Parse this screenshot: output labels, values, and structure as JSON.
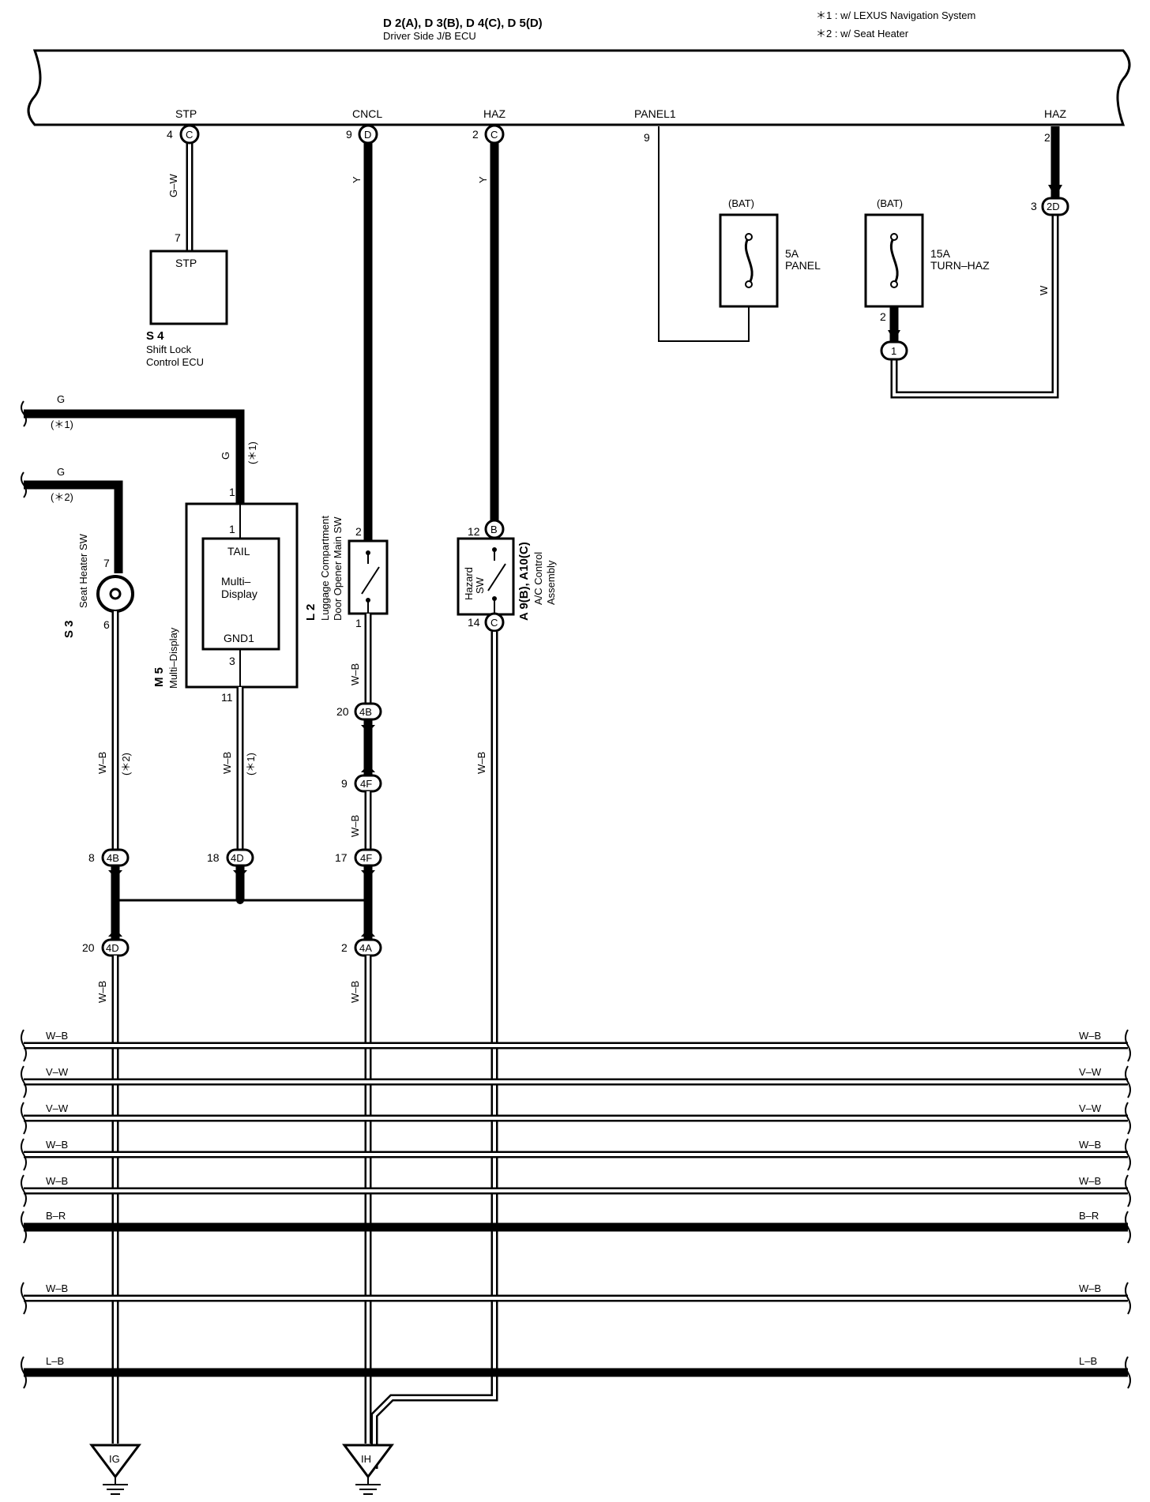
{
  "header": {
    "ecu_title": "D 2(A), D 3(B), D 4(C), D 5(D)",
    "ecu_subtitle": "Driver Side J/B ECU",
    "note1": "＊1 : w/ LEXUS Navigation System",
    "note2": "＊2 : w/ Seat Heater"
  },
  "ecu_terminals": {
    "stp": "STP",
    "cncl": "CNCL",
    "haz": "HAZ",
    "panel1": "PANEL1",
    "haz2": "HAZ"
  },
  "pins": {
    "stp_pin": "4",
    "stp_conn": "C",
    "cncl_pin": "9",
    "cncl_conn": "D",
    "haz_pin": "2",
    "haz_conn": "C",
    "panel1_pin": "9",
    "haz2_pin": "2"
  },
  "wires": {
    "gw": "G–W",
    "y1": "Y",
    "y2": "Y",
    "w": "W",
    "g1": "G",
    "g2": "G",
    "g3": "G",
    "star1a": "(＊1)",
    "star2a": "(＊2)",
    "star1b": "(＊1)",
    "wb_s3": "W–B",
    "star2b": "(＊2)",
    "wb_m5": "W–B",
    "star1c": "(＊1)",
    "wb_l2": "W–B",
    "wb_l2b": "W–B",
    "wb_a9": "W–B",
    "wb_g1": "W–B",
    "wb_g2": "W–B"
  },
  "components": {
    "s4": {
      "pin": "7",
      "inside": "STP",
      "id": "S 4",
      "name1": "Shift Lock",
      "name2": "Control ECU"
    },
    "fuse_panel": {
      "bat": "(BAT)",
      "amp": "5A",
      "name": "PANEL"
    },
    "fuse_turn": {
      "bat": "(BAT)",
      "amp": "15A",
      "name": "TURN–HAZ",
      "pin": "2",
      "conn": "1"
    },
    "conn_2d": {
      "pin": "3",
      "conn": "2D"
    },
    "s3": {
      "pin_top": "7",
      "pin_bot": "6",
      "id": "S 3",
      "name": "Seat Heater SW"
    },
    "m5": {
      "pin_out_top": "1",
      "pin_in_top": "1",
      "tail": "TAIL",
      "inner1": "Multi–",
      "inner2": "Display",
      "gnd": "GND1",
      "pin_in_bot": "3",
      "pin_out_bot": "11",
      "id": "M 5",
      "name": "Multi–Display"
    },
    "l2": {
      "pin_top": "2",
      "pin_bot": "1",
      "id": "L 2",
      "name1": "Luggage Compartment",
      "name2": "Door Opener Main SW"
    },
    "a9": {
      "pin_top": "12",
      "conn_top": "B",
      "pin_bot": "14",
      "conn_bot": "C",
      "inner1": "Hazard",
      "inner2": "SW",
      "id": "A 9(B), A10(C)",
      "name1": "A/C Control",
      "name2": "Assembly"
    }
  },
  "junctions": {
    "j4b_20": {
      "pin": "20",
      "conn": "4B"
    },
    "j4f_9": {
      "pin": "9",
      "conn": "4F"
    },
    "j4b_8": {
      "pin": "8",
      "conn": "4B"
    },
    "j4d_18": {
      "pin": "18",
      "conn": "4D"
    },
    "j4f_17": {
      "pin": "17",
      "conn": "4F"
    },
    "j4d_20": {
      "pin": "20",
      "conn": "4D"
    },
    "j4a_2": {
      "pin": "2",
      "conn": "4A"
    }
  },
  "bus": {
    "b1": "W–B",
    "b2": "V–W",
    "b3": "V–W",
    "b4": "W–B",
    "b5": "W–B",
    "b6": "B–R",
    "b7": "W–B",
    "b8": "L–B"
  },
  "grounds": {
    "ig": "IG",
    "ih": "IH"
  }
}
